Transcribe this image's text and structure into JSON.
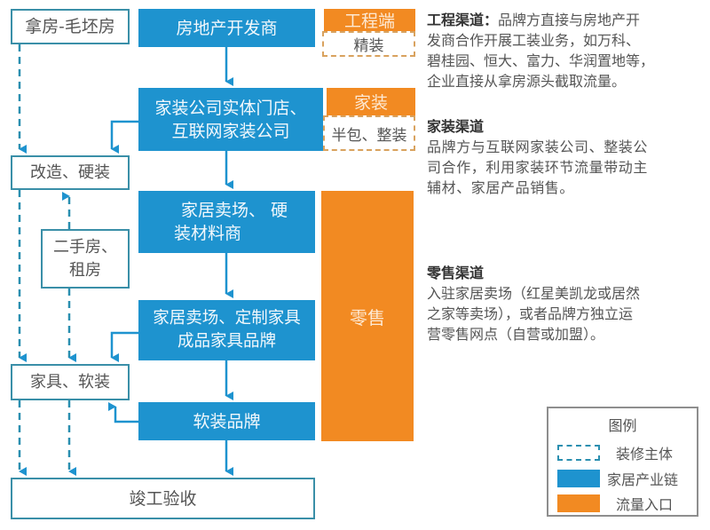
{
  "colors": {
    "chain_blue": "#1e93cf",
    "entry_orange": "#f28a22",
    "outline_teal": "#3a8fa8",
    "arrow_blue": "#1e93cf"
  },
  "left_column": {
    "rough_house": "拿房-毛坯房",
    "renovation": "改造、硬装",
    "second_hand": "二手房、租房",
    "furniture_soft": "家具、软装",
    "completion": "竣工验收"
  },
  "chain": {
    "developer": "房地产开发商",
    "decoration_company": "家装公司实体门店、互联网家装公司",
    "decoration_company_lines": [
      "家装公司实体门店、",
      "互联网家装公司"
    ],
    "home_mall_hard": "家居卖场、硬装材料商",
    "home_mall_hard_lines": [
      "家居卖场、 硬",
      "装材料商"
    ],
    "home_mall_custom": "家居卖场、定制家具成品家具品牌",
    "home_mall_custom_lines": [
      "家居卖场、定制家具",
      "成品家具品牌"
    ],
    "soft_brand": "软装品牌"
  },
  "entries": {
    "engineering": {
      "label": "工程端",
      "sub": "精装"
    },
    "home_decoration": {
      "label": "家装",
      "sub": "半包、整装"
    },
    "retail": {
      "label": "零售"
    }
  },
  "descriptions": [
    {
      "heading": "工程渠道：",
      "lines": [
        "品牌方直接与房地产开",
        "发商合作开展工装业务，如万科、",
        "碧桂园、恒大、富力、华润置地等，",
        "企业直接从拿房源头截取流量。"
      ]
    },
    {
      "heading": "家装渠道",
      "lines": [
        "品牌方与互联网家装公司、整装公",
        "司合作，利用家装环节流量带动主",
        "辅材、家居产品销售。"
      ]
    },
    {
      "heading": "零售渠道",
      "lines": [
        "入驻家居卖场（红星美凯龙或居然",
        "之家等卖场），或者品牌方独立运",
        "营零售网点（自营或加盟）。"
      ]
    }
  ],
  "legend": {
    "title": "图例",
    "items": [
      {
        "label": "装修主体",
        "style": "dashed",
        "color": "#2a8fb0"
      },
      {
        "label": "家居产业链",
        "style": "solid",
        "color": "#1e93cf"
      },
      {
        "label": "流量入口",
        "style": "solid",
        "color": "#f28a22"
      }
    ]
  }
}
